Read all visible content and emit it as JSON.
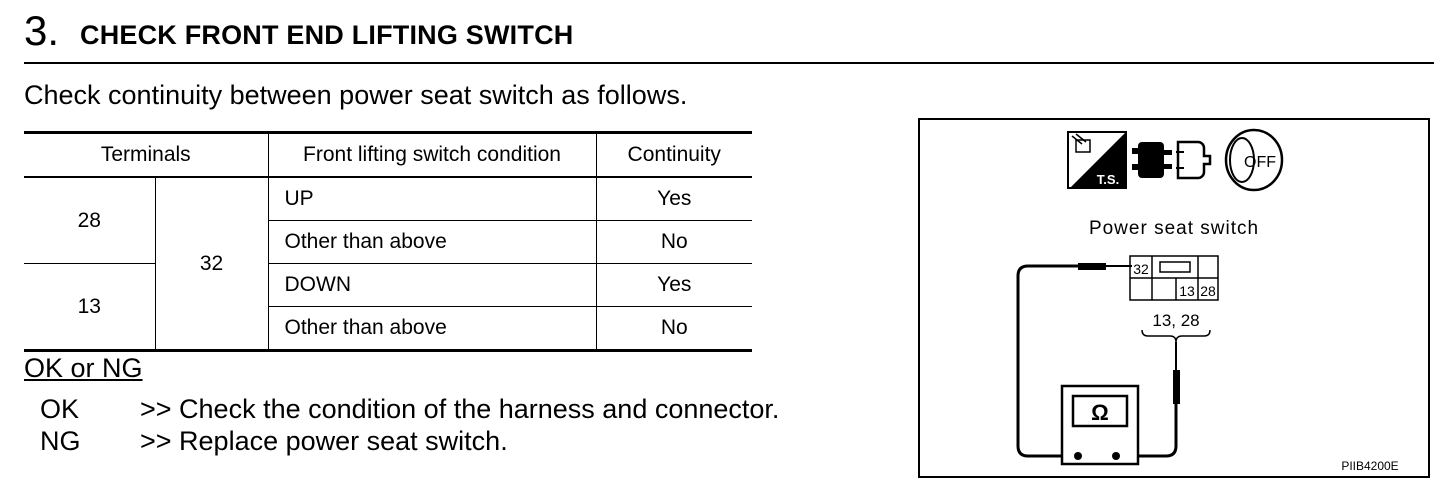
{
  "step": {
    "number": "3.",
    "title": "CHECK FRONT END LIFTING SWITCH"
  },
  "intro": "Check continuity between power seat switch as follows.",
  "table": {
    "headers": [
      "Terminals",
      "Front lifting switch condition",
      "Continuity"
    ],
    "terminals_left": [
      "28",
      "13"
    ],
    "terminal_common": "32",
    "rows": [
      {
        "condition": "UP",
        "continuity": "Yes"
      },
      {
        "condition": "Other than above",
        "continuity": "No"
      },
      {
        "condition": "DOWN",
        "continuity": "Yes"
      },
      {
        "condition": "Other than above",
        "continuity": "No"
      }
    ]
  },
  "results": {
    "title": "OK or NG",
    "items": [
      {
        "label": "OK",
        "text": ">> Check the condition of the harness and connector."
      },
      {
        "label": "NG",
        "text": ">> Replace power seat switch."
      }
    ]
  },
  "figure": {
    "ts_label": "T.S.",
    "off_label": "OFF",
    "caption": "Power seat switch",
    "connector": {
      "pin_top": "32",
      "pins_bottom": [
        "13",
        "28"
      ]
    },
    "probe_label": "13, 28",
    "meter_symbol": "Ω",
    "code": "PIIB4200E"
  }
}
